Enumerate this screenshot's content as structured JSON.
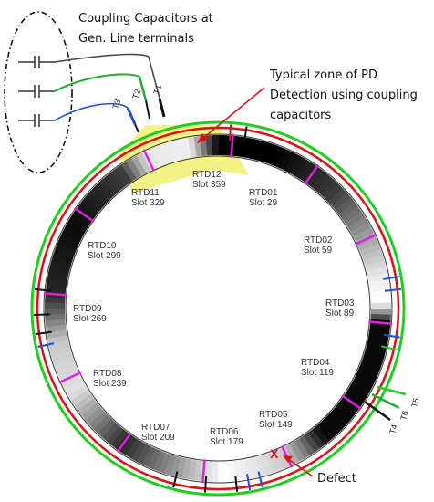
{
  "callouts": {
    "coupling_title_line1": "Coupling Capacitors at",
    "coupling_title_line2": "Gen. Line terminals",
    "zone_line1": "Typical zone of PD",
    "zone_line2": "Detection using coupling",
    "zone_line3": "capacitors",
    "defect_label": "Defect",
    "defect_mark": "X"
  },
  "terminals_top": [
    "T3",
    "T2",
    "T1"
  ],
  "terminals_right": [
    "T4",
    "T6",
    "T5"
  ],
  "rtds": [
    {
      "name": "RTD12",
      "slot": "Slot 359"
    },
    {
      "name": "RTD01",
      "slot": "Slot 29"
    },
    {
      "name": "RTD02",
      "slot": "Slot 59"
    },
    {
      "name": "RTD03",
      "slot": "Slot 89"
    },
    {
      "name": "RTD04",
      "slot": "Slot 119"
    },
    {
      "name": "RTD05",
      "slot": "Slot 149"
    },
    {
      "name": "RTD06",
      "slot": "Slot 179"
    },
    {
      "name": "RTD07",
      "slot": "Slot 209"
    },
    {
      "name": "RTD08",
      "slot": "Slot 239"
    },
    {
      "name": "RTD09",
      "slot": "Slot 269"
    },
    {
      "name": "RTD10",
      "slot": "Slot 299"
    },
    {
      "name": "RTD11",
      "slot": "Slot 329"
    }
  ],
  "colors": {
    "outer_ring": "#22cc22",
    "inner_ring": "#dd1111",
    "rtd_marker": "#dd22dd",
    "zone": "#f3ef7a",
    "defect": "#dd1111",
    "lead_blue": "#1f4fd8"
  }
}
